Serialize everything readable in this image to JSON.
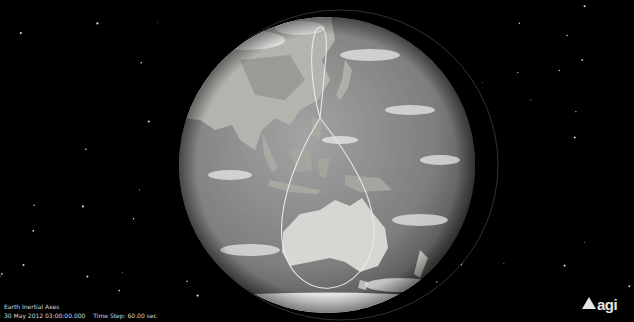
{
  "diagram": {
    "labels": [
      "Earth Inertial Axes",
      "30 May 2012 03:00:00.000",
      "Time Step: 60.00 sec",
      "agi"
    ]
  }
}
